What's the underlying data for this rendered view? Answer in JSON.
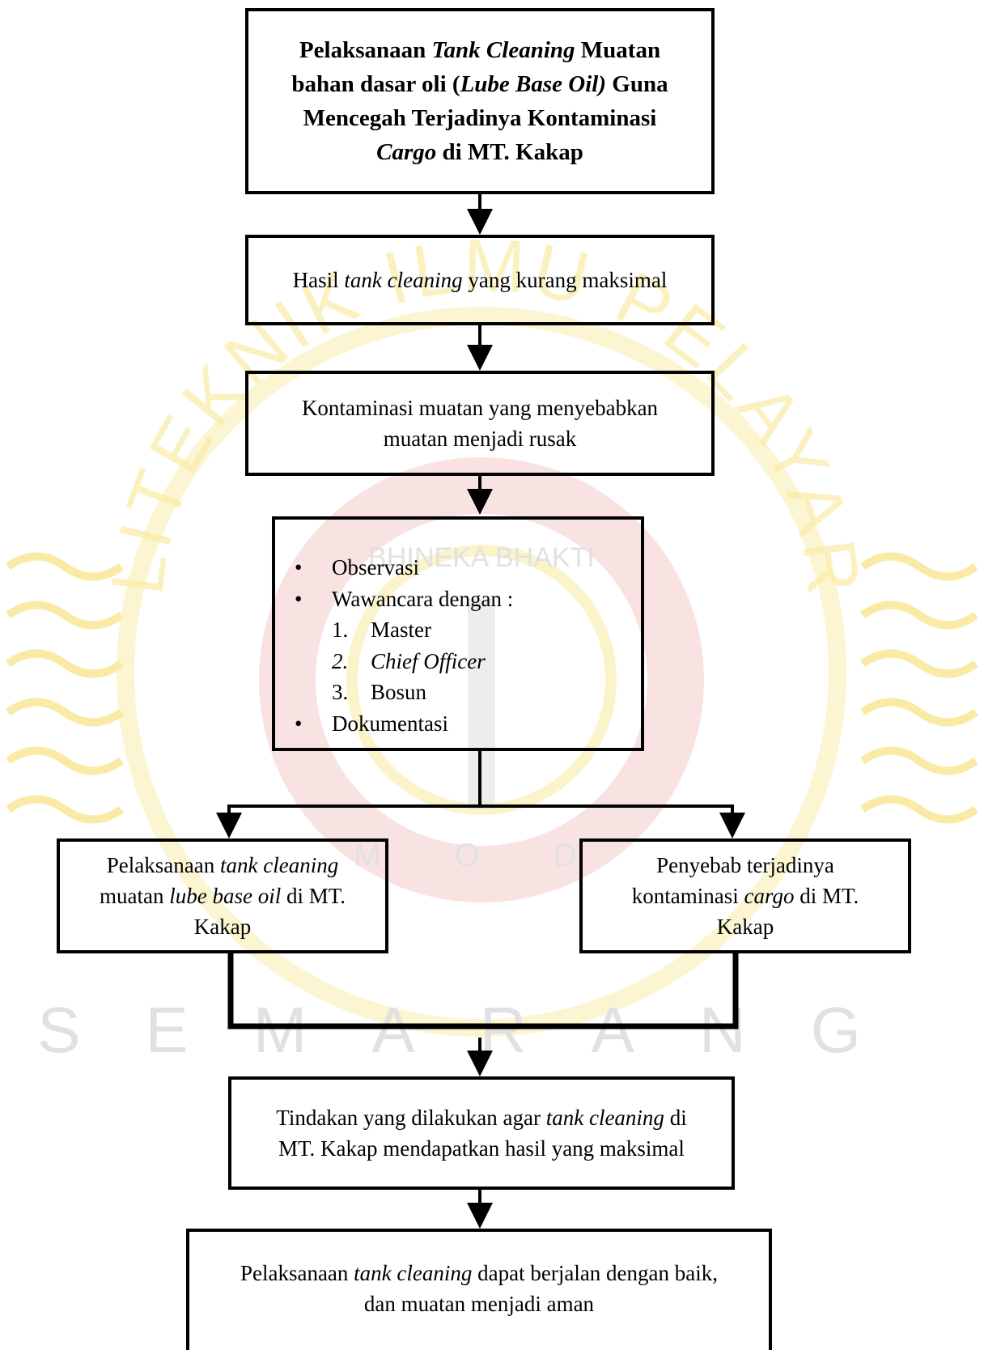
{
  "title_box": {
    "line1": [
      "Pelaksanaan ",
      "Tank Cleaning",
      " Muatan"
    ],
    "line2": [
      "bahan dasar oli (",
      "Lube Base Oil)",
      " Guna"
    ],
    "line3": "Mencegah Terjadinya Kontaminasi",
    "line4": [
      "Cargo",
      " di MT. Kakap"
    ]
  },
  "box2": [
    "Hasil ",
    "tank cleaning",
    " yang kurang maksimal"
  ],
  "box3": {
    "line1": "Kontaminasi muatan yang menyebabkan",
    "line2": "muatan menjadi rusak"
  },
  "methods": {
    "bullet_char": "•",
    "item1": "Observasi",
    "item2": "Wawancara dengan :",
    "sub1": {
      "num": "1.",
      "text": "Master"
    },
    "sub2": {
      "num": "2.",
      "text": "Chief Officer"
    },
    "sub3": {
      "num": "3.",
      "text": "Bosun"
    },
    "item3": "Dokumentasi"
  },
  "left_box": {
    "line1": [
      "Pelaksanaan ",
      "tank cleaning"
    ],
    "line2": [
      "muatan ",
      "lube base oil",
      " di MT."
    ],
    "line3": "Kakap"
  },
  "right_box": {
    "line1": "Penyebab terjadinya",
    "line2": [
      "kontaminasi ",
      "cargo",
      " di MT."
    ],
    "line3": "Kakap"
  },
  "action_box": {
    "line1": [
      "Tindakan yang dilakukan agar ",
      "tank cleaning",
      " di"
    ],
    "line2": "MT. Kakap mendapatkan hasil yang maksimal"
  },
  "final_box": {
    "line1": [
      "Pelaksanaan ",
      "tank cleaning",
      " dapat berjalan dengan baik,"
    ],
    "line2": "dan muatan menjadi aman"
  },
  "watermark": {
    "arc_text": "POLITEKNIK ILMU PELAYARAN",
    "bottom_text": "SEMARANG",
    "ribbon_text": "BHINEKA BHAKTI",
    "motto_letters": "M O D",
    "colors": {
      "yellow": "#f2d43a",
      "red": "#e88a8a",
      "grey": "#bdbdbd"
    }
  }
}
